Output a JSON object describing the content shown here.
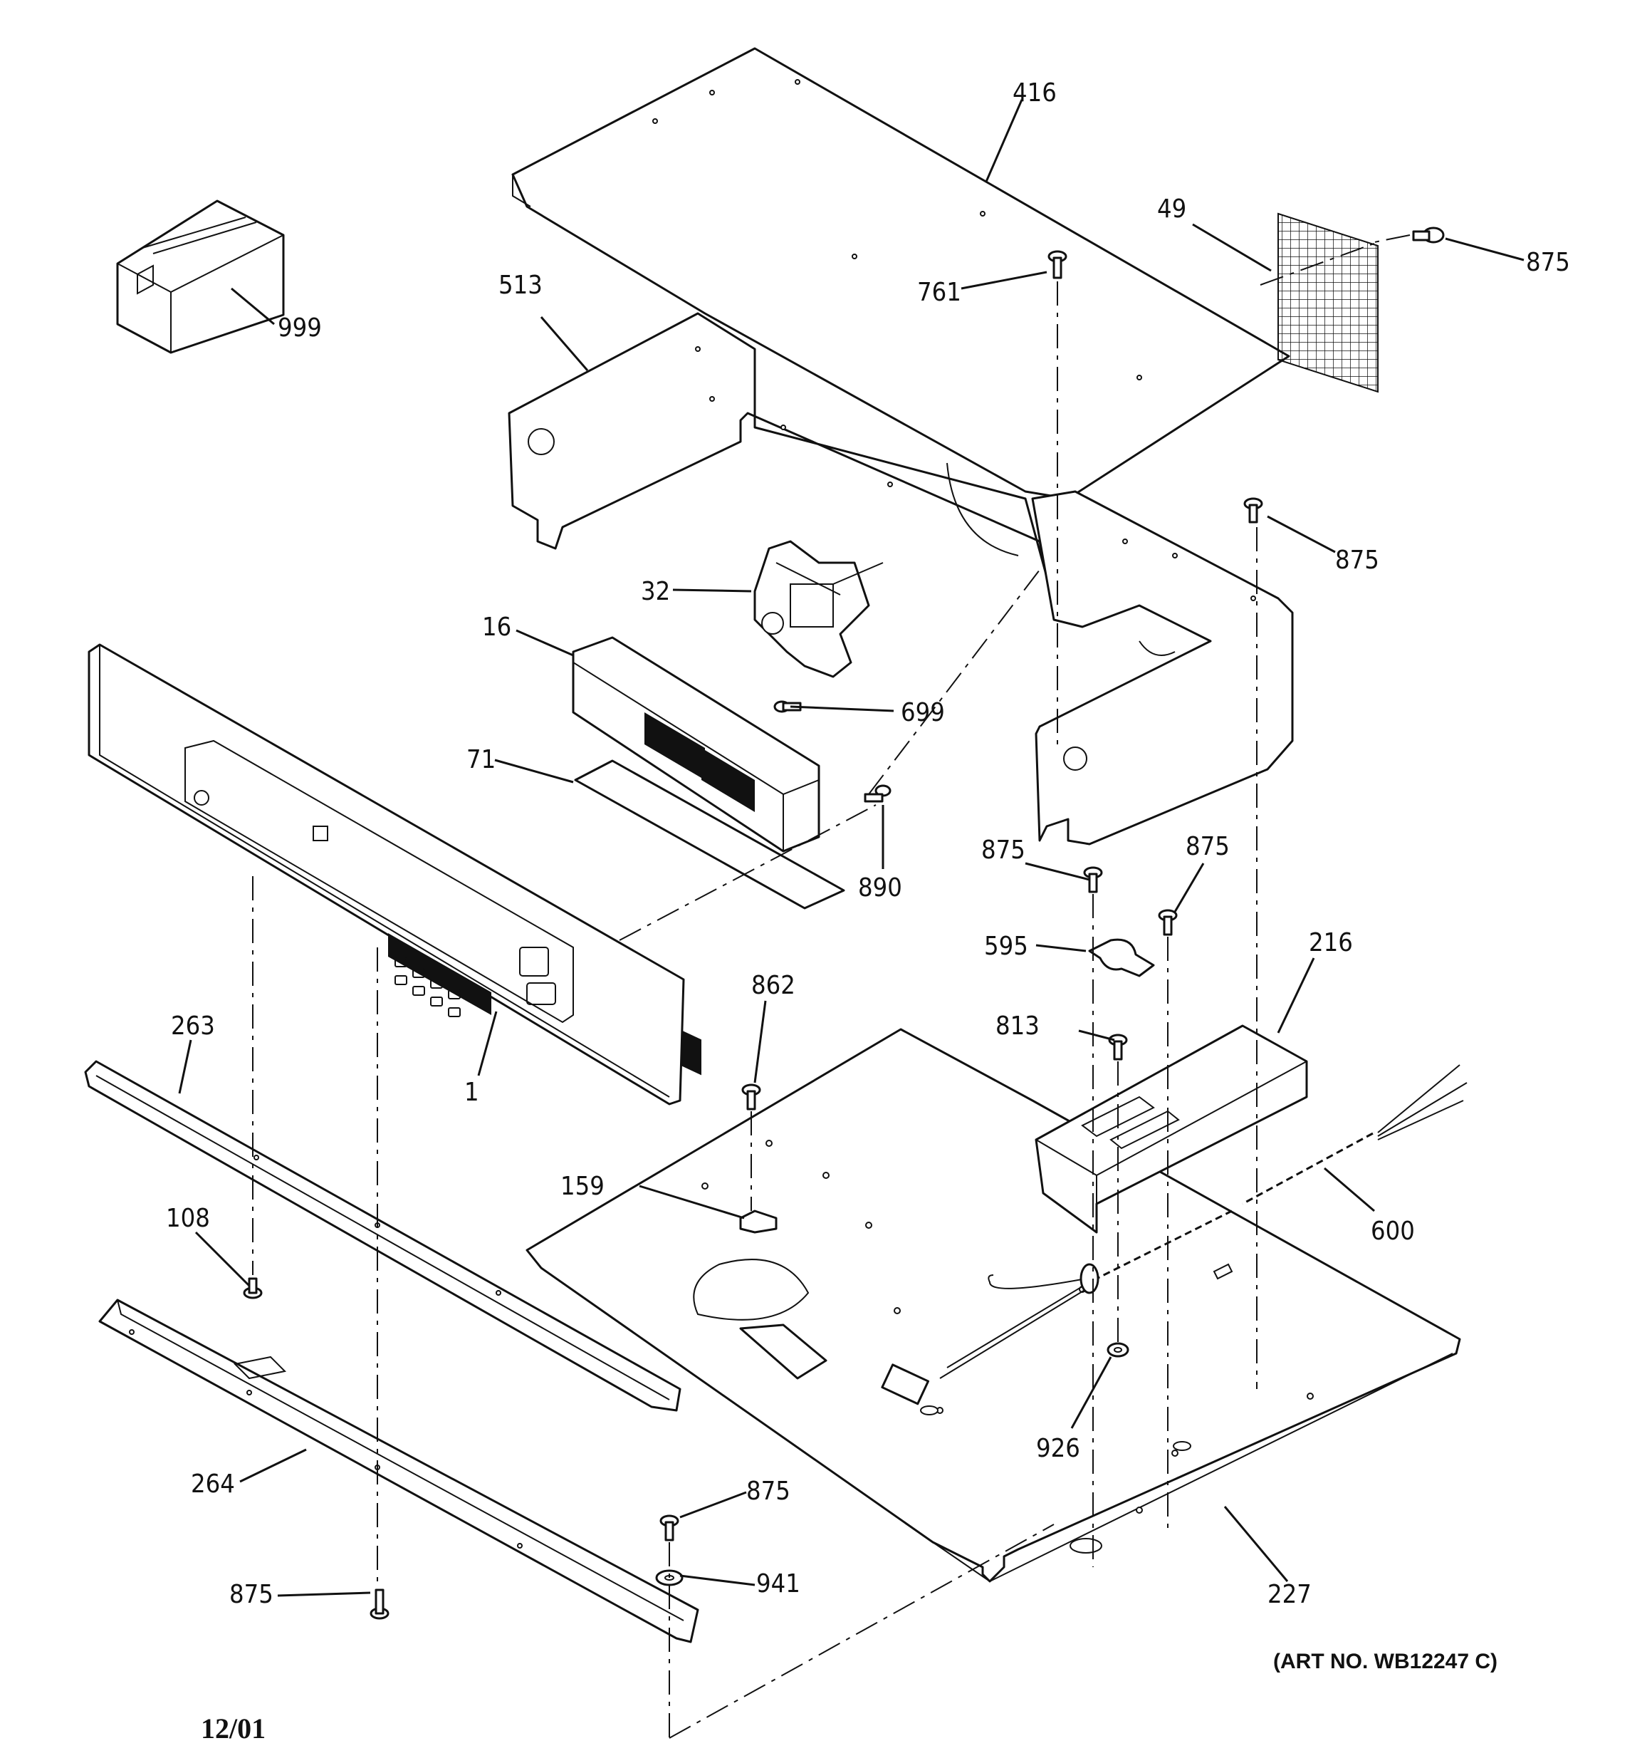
{
  "diagram": {
    "callouts": [
      {
        "id": "416",
        "text": "416"
      },
      {
        "id": "49",
        "text": "49"
      },
      {
        "id": "875-top",
        "text": "875"
      },
      {
        "id": "761",
        "text": "761"
      },
      {
        "id": "513",
        "text": "513"
      },
      {
        "id": "999",
        "text": "999"
      },
      {
        "id": "875-right",
        "text": "875"
      },
      {
        "id": "32",
        "text": "32"
      },
      {
        "id": "16",
        "text": "16"
      },
      {
        "id": "699",
        "text": "699"
      },
      {
        "id": "71",
        "text": "71"
      },
      {
        "id": "890",
        "text": "890"
      },
      {
        "id": "875-mid-left",
        "text": "875"
      },
      {
        "id": "875-mid-right",
        "text": "875"
      },
      {
        "id": "595",
        "text": "595"
      },
      {
        "id": "216",
        "text": "216"
      },
      {
        "id": "862",
        "text": "862"
      },
      {
        "id": "813",
        "text": "813"
      },
      {
        "id": "263",
        "text": "263"
      },
      {
        "id": "1",
        "text": "1"
      },
      {
        "id": "159",
        "text": "159"
      },
      {
        "id": "600",
        "text": "600"
      },
      {
        "id": "108",
        "text": "108"
      },
      {
        "id": "926",
        "text": "926"
      },
      {
        "id": "264",
        "text": "264"
      },
      {
        "id": "875-bottom-mid",
        "text": "875"
      },
      {
        "id": "941",
        "text": "941"
      },
      {
        "id": "227",
        "text": "227"
      },
      {
        "id": "875-bottom-left",
        "text": "875"
      }
    ],
    "art_number": "(ART NO. WB12247 C)",
    "date_code": "12/01"
  }
}
